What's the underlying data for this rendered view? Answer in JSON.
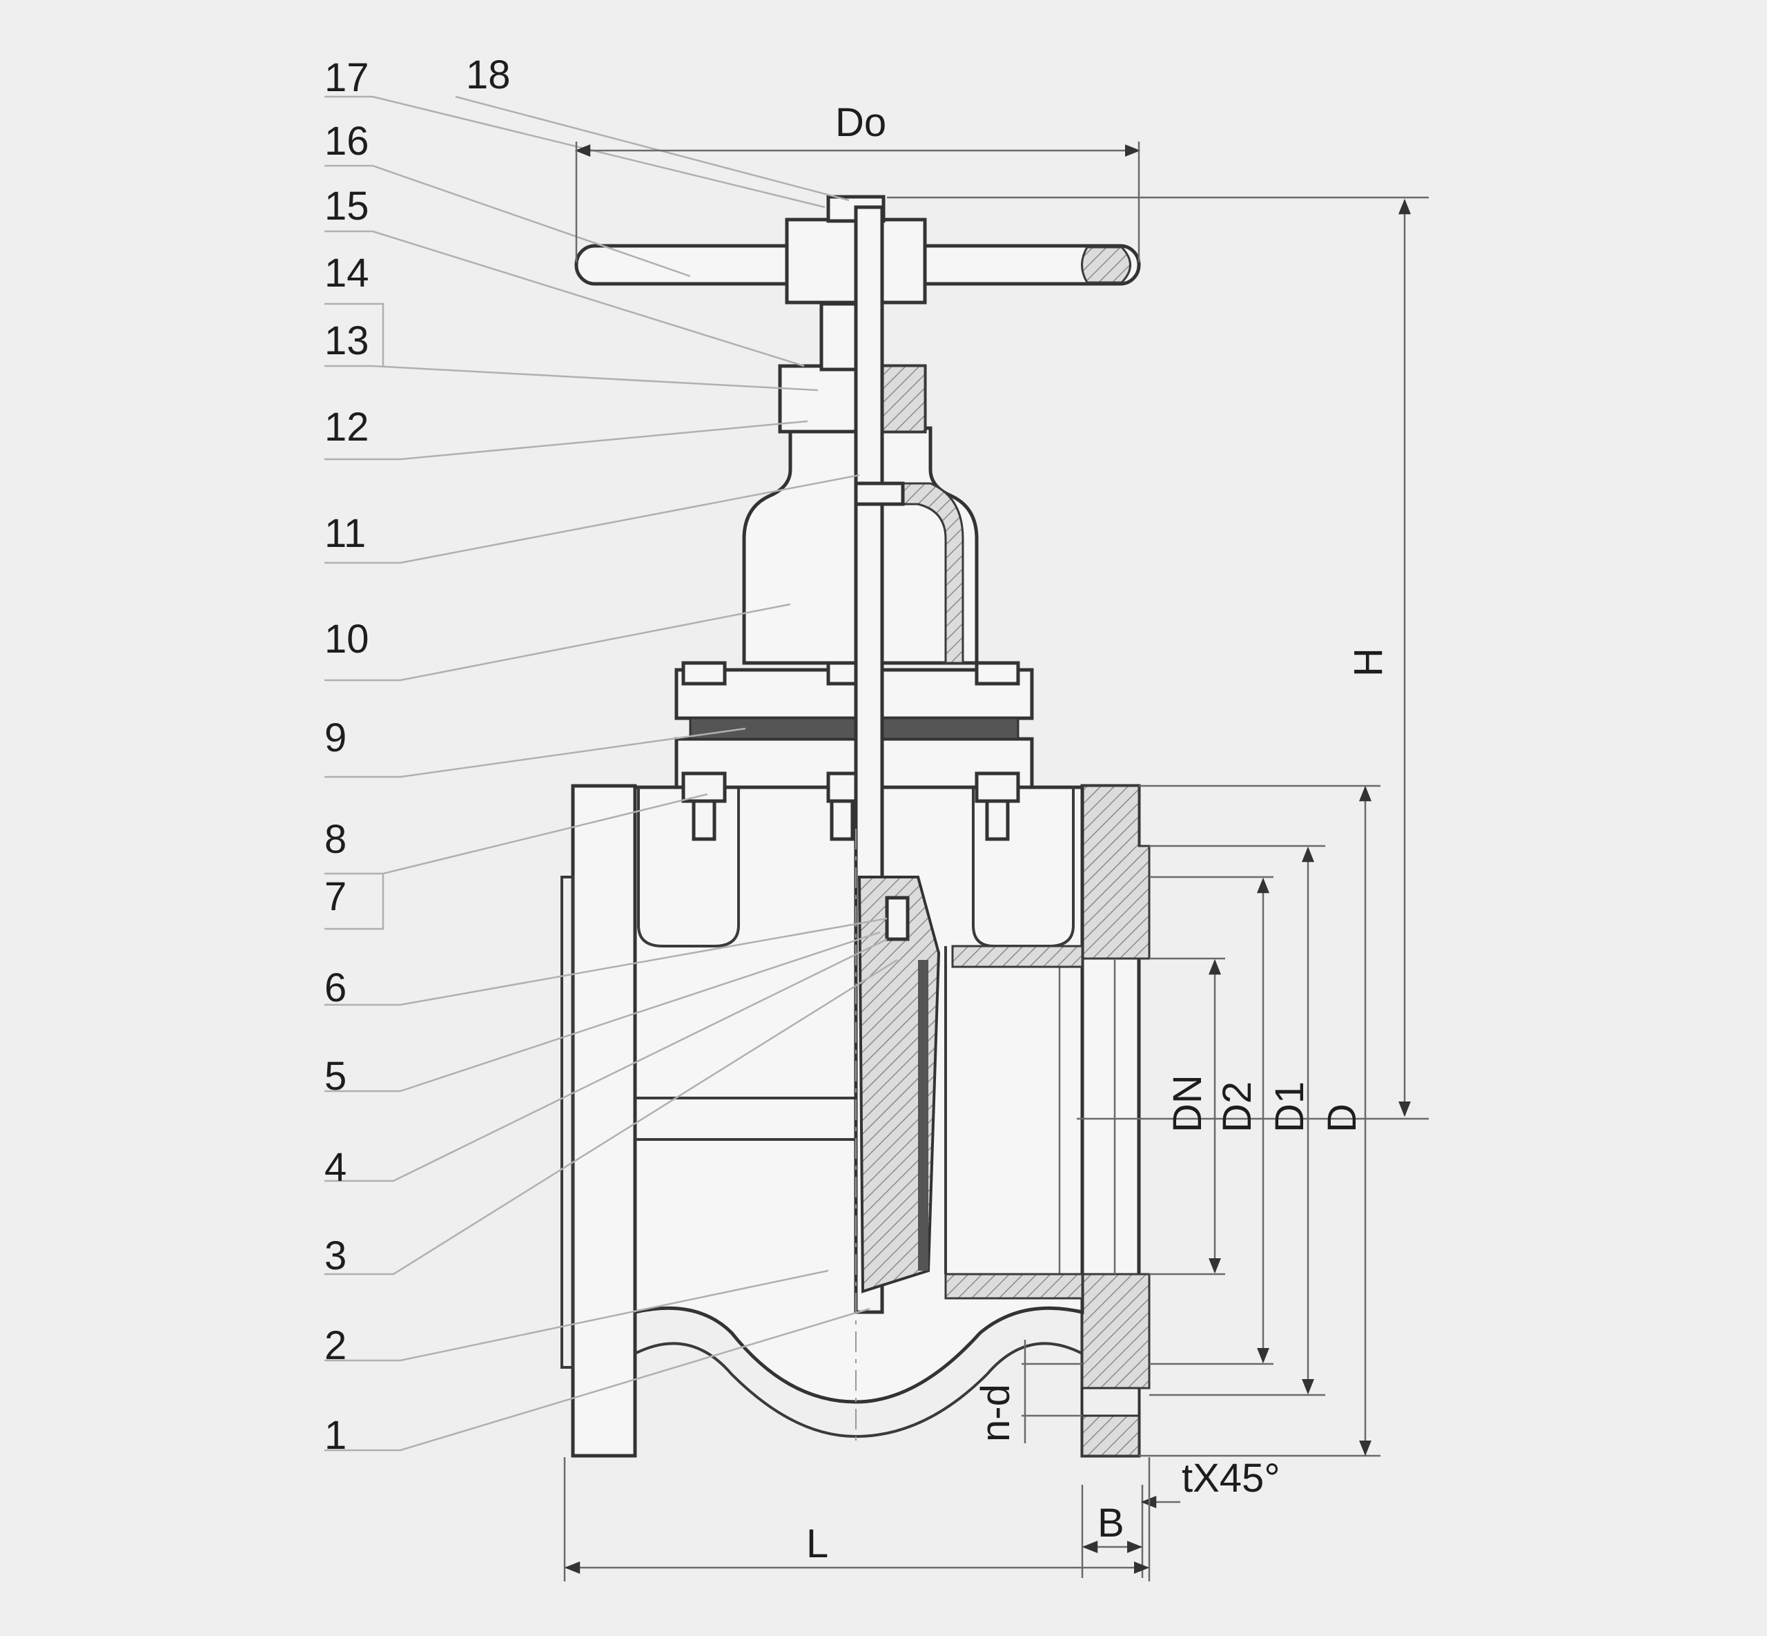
{
  "diagram": {
    "part_numbers": [
      {
        "label": "17"
      },
      {
        "label": "18"
      },
      {
        "label": "16"
      },
      {
        "label": "15"
      },
      {
        "label": "14"
      },
      {
        "label": "13"
      },
      {
        "label": "12"
      },
      {
        "label": "11"
      },
      {
        "label": "10"
      },
      {
        "label": "9"
      },
      {
        "label": "8"
      },
      {
        "label": "7"
      },
      {
        "label": "6"
      },
      {
        "label": "5"
      },
      {
        "label": "4"
      },
      {
        "label": "3"
      },
      {
        "label": "2"
      },
      {
        "label": "1"
      }
    ],
    "dimensions": {
      "handwheel_diameter": "Do",
      "height": "H",
      "nominal_diameter": "DN",
      "d2": "D2",
      "d1": "D1",
      "flange_diameter": "D",
      "bolt_holes": "n-d",
      "chamfer": "tX45°",
      "flange_thickness": "B",
      "length": "L"
    },
    "colors": {
      "background": "#efefef",
      "line": "#333333",
      "leader": "#b0b0b0"
    }
  }
}
